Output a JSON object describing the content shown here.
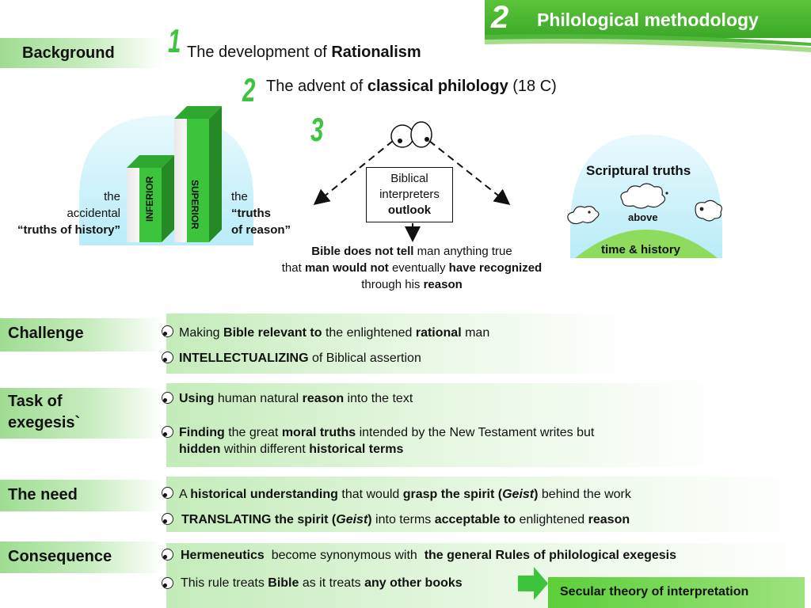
{
  "header": {
    "number": "2",
    "title": "Philological methodology"
  },
  "background": {
    "label": "Background",
    "point1": {
      "num": "1",
      "pre": "The development of ",
      "bold": "Rationalism"
    },
    "point2": {
      "num": "2",
      "pre": "The advent of ",
      "bold": "classical philology",
      "post": " (18 C)"
    },
    "point3_num": "3"
  },
  "bars": {
    "left_the": "the",
    "left_accidental": "accidental",
    "left_truths": "“truths of history”",
    "inferior": "INFERIOR",
    "superior": "SUPERIOR",
    "right_the": "the",
    "right_truths": "“truths",
    "right_reason": "of reason”"
  },
  "outlook": {
    "line1": "Biblical",
    "line2": "interpreters",
    "line3": "outlook",
    "c1_b1": "Bible does not tell",
    "c1_t1": " man anything true",
    "c2_t1": "that ",
    "c2_b1": "man would not",
    "c2_t2": " eventually ",
    "c2_b2": "have recognized",
    "c3_t1": "through his ",
    "c3_b1": "reason"
  },
  "dome": {
    "title": "Scriptural truths",
    "above": "above",
    "ground": "time & history"
  },
  "challenge": {
    "label": "Challenge",
    "i1_t1": "Making ",
    "i1_b1": "Bible relevant to",
    "i1_t2": " the enlightened ",
    "i1_b2": "rational",
    "i1_t3": " man",
    "i2_b1": "INTELLECTUALIZING",
    "i2_t1": " of Biblical assertion"
  },
  "task": {
    "label_l1": "Task of",
    "label_l2": "exegesis`",
    "i1_b1": "Using",
    "i1_t1": " human natural ",
    "i1_b2": "reason",
    "i1_t2": " into the text",
    "i2_b1": "Finding",
    "i2_t1": " the great ",
    "i2_b2": "moral truths",
    "i2_t2": " intended by the New Testament writes but",
    "i2_b3": "hidden",
    "i2_t3": " within different ",
    "i2_b4": "historical terms"
  },
  "need": {
    "label": "The need",
    "i1_t1": "A ",
    "i1_b1": "historical understanding",
    "i1_t2": " that would ",
    "i1_b2": "grasp the spirit (",
    "i1_bi": "Geist",
    "i1_b3": ")",
    "i1_t3": " behind the work",
    "i2_b1": "TRANSLATING the spirit (",
    "i2_bi": "Geist",
    "i2_b2": ")",
    "i2_t1": " into terms ",
    "i2_b3": "acceptable to",
    "i2_t2": " enlightened ",
    "i2_b4": "reason"
  },
  "consequence": {
    "label": "Consequence",
    "i1_b1": "Hermeneutics",
    "i1_t1": "  become synonymous with  ",
    "i1_b2": "the general Rules of philological exegesis",
    "i2_t1": "This rule treats ",
    "i2_b1": "Bible",
    "i2_t2": " as it treats ",
    "i2_b2": "any other books",
    "result": "Secular theory of interpretation"
  },
  "colors": {
    "green": "#3cc43c",
    "dark_green": "#2e9a2e",
    "light_green": "#c4ebba",
    "sky": "#cdf1fb"
  }
}
